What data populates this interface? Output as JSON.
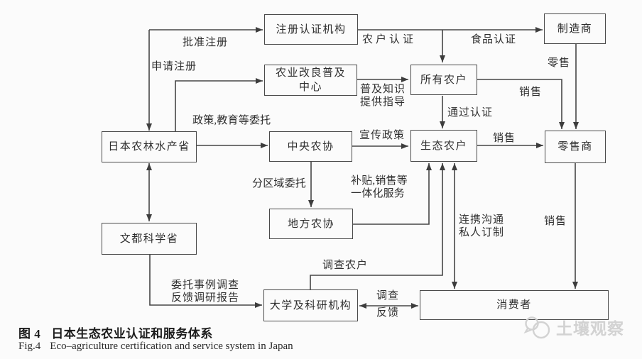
{
  "diagram": {
    "nodes": {
      "registration_agency": {
        "label": "注册认证机构"
      },
      "manufacturer": {
        "label": "制造商"
      },
      "extension_center": {
        "lines": [
          "农业改良普及",
          "中心"
        ]
      },
      "all_farmers": {
        "label": "所有农户"
      },
      "maff": {
        "label": "日本农林水产省"
      },
      "central_coop": {
        "label": "中央农协"
      },
      "eco_farmers": {
        "label": "生态农户"
      },
      "retailer": {
        "label": "零售商"
      },
      "local_coop": {
        "label": "地方农协"
      },
      "mext": {
        "label": "文都科学省"
      },
      "university": {
        "label": "大学及科研机构"
      },
      "consumers": {
        "label": "消费者"
      }
    },
    "edge_labels": {
      "approve_registration": "批准注册",
      "apply_registration": "申请注册",
      "farmer_certification": "农户认证",
      "food_certification": "食品认证",
      "retail": "零售",
      "sales_farmers_retailer": "销售",
      "knowledge_guidance": [
        "普及知识",
        "提供指导"
      ],
      "pass_certification": "通过认证",
      "policy_education_delegation": "政策,教育等委托",
      "publicize_policy": "宣传政策",
      "sales_eco_retailer": "销售",
      "regional_delegation": "分区域委托",
      "integrated_service": [
        "补贴,销售等",
        "一体化服务"
      ],
      "liaison_custom": [
        "连携沟通",
        "私人订制"
      ],
      "sales_retailer_consumer": "销售",
      "survey_farmers": "调查农户",
      "delegation_report": [
        "委托事例调查",
        "反馈调研报告"
      ],
      "survey": "调查",
      "feedback": "反馈"
    },
    "caption": {
      "fig_zh": "图 4",
      "title_zh": "日本生态农业认证和服务体系",
      "fig_en": "Fig.4",
      "title_en": "Eco–agriculture certification and service system in Japan"
    },
    "watermark": {
      "text": "土壤观察"
    },
    "colors": {
      "line": "#464646",
      "background": "#fbfbfb",
      "watermark": "#d2d2d2"
    }
  }
}
